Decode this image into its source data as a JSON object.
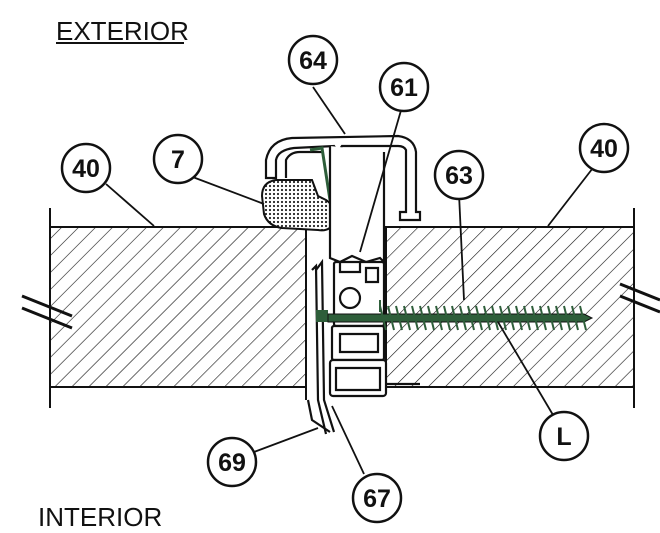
{
  "labels": {
    "top": "EXTERIOR",
    "bottom": "INTERIOR"
  },
  "callouts": {
    "c64": "64",
    "c61": "61",
    "c7": "7",
    "c40_left": "40",
    "c40_right": "40",
    "c63": "63",
    "cL": "L",
    "c69": "69",
    "c67": "67"
  },
  "colors": {
    "line": "#111111",
    "screw": "#2e5e3a",
    "gasket": "#2a2a2a"
  }
}
